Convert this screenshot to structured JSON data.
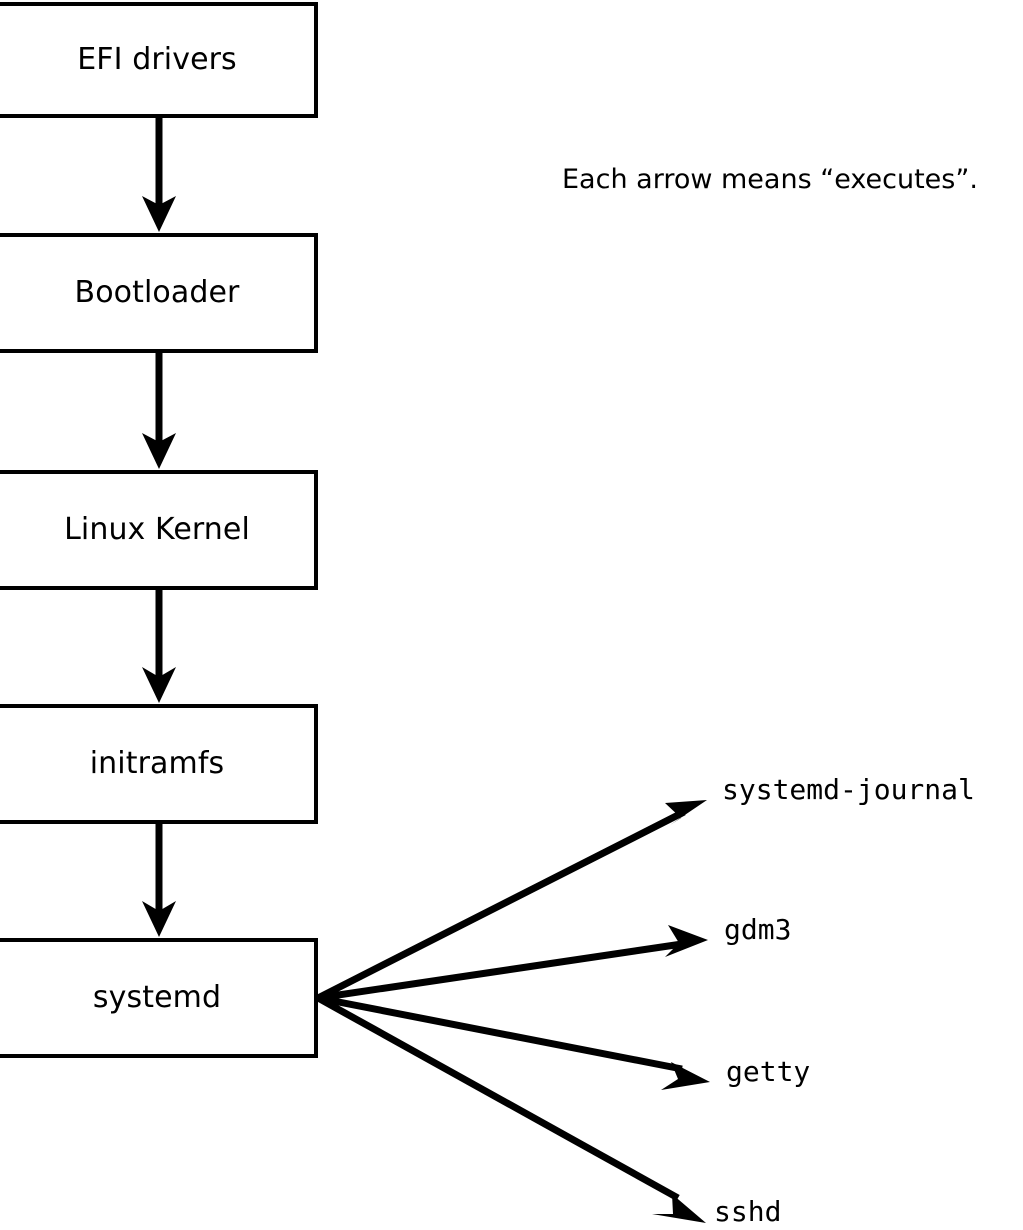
{
  "diagram": {
    "title_text": "Each arrow means “executes”.",
    "arrow_semantics": "executes",
    "stroke_color": "#000000",
    "fill_color": "#ffffff",
    "boot_chain": [
      {
        "id": "efi-drivers",
        "label": "EFI drivers"
      },
      {
        "id": "bootloader",
        "label": "Bootloader"
      },
      {
        "id": "linux-kernel",
        "label": "Linux Kernel"
      },
      {
        "id": "initramfs",
        "label": "initramfs"
      },
      {
        "id": "systemd",
        "label": "systemd"
      }
    ],
    "services": [
      {
        "id": "systemd-journal",
        "label": "systemd-journal"
      },
      {
        "id": "gdm3",
        "label": "gdm3"
      },
      {
        "id": "getty",
        "label": "getty"
      },
      {
        "id": "sshd",
        "label": "sshd"
      }
    ]
  }
}
